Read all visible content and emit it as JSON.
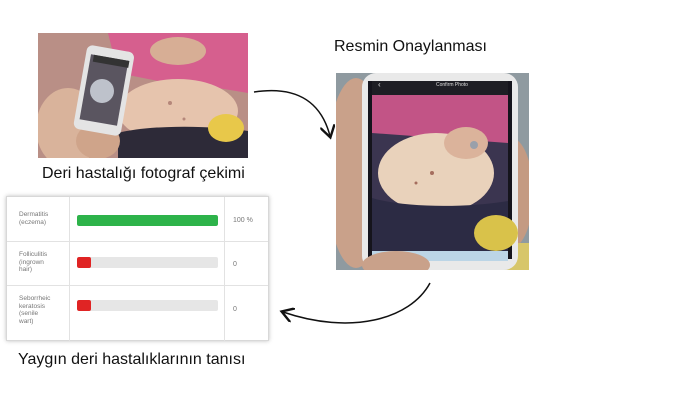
{
  "captions": {
    "top_right": "Resmin Onaylanması",
    "photo_left": "Deri hastalığı fotograf çekimi",
    "bottom_left": "Yaygın deri hastalıklarının tanısı"
  },
  "phone_screen": {
    "title": "Confirm Photo"
  },
  "diagnoses": [
    {
      "lines": [
        "Dermatitis",
        "(eczema)"
      ],
      "percent": 100,
      "label": "100 %",
      "color": "#2db34a"
    },
    {
      "lines": [
        "Folliculitis",
        "(ingrown",
        "hair)"
      ],
      "percent": 0,
      "label": "0",
      "color": "#e02424"
    },
    {
      "lines": [
        "Seborrheic",
        "keratosis",
        "(senile",
        "wart)"
      ],
      "percent": 0,
      "label": "0",
      "color": "#e02424"
    }
  ]
}
